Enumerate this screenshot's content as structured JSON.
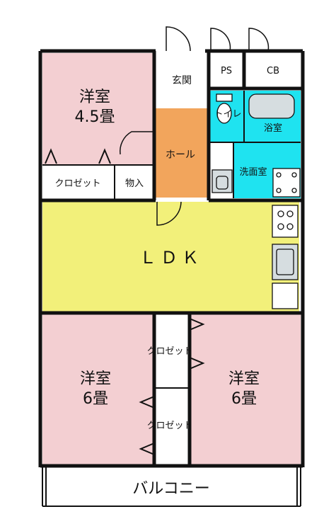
{
  "colors": {
    "western_room": "#f3cfd2",
    "ldk": "#f2f07a",
    "hall": "#f2a55c",
    "wet_area": "#1fe3f0",
    "wall": "#111111",
    "storage": "#ffffff"
  },
  "rooms": {
    "room_top": {
      "title": "洋室",
      "size": "4.5畳"
    },
    "genkan": "玄関",
    "ps": "PS",
    "cb": "CB",
    "toilet": "トイレ",
    "bath": "浴室",
    "hall": "ホール",
    "washroom": "洗面室",
    "closet_top": "クロゼット",
    "storage": "物入",
    "ldk": "ＬＤＫ",
    "closet_mid_upper": "クロゼット",
    "closet_mid_lower": "クロゼット",
    "room_left": {
      "title": "洋室",
      "size": "6畳"
    },
    "room_right": {
      "title": "洋室",
      "size": "6畳"
    },
    "balcony": "バルコニー"
  },
  "icons": [
    "door-swing-icon",
    "toilet-icon",
    "bathtub-icon",
    "washbasin-icon",
    "washing-machine-pan-icon",
    "stove-icon",
    "kitchen-sink-icon",
    "sliding-window-icon"
  ]
}
